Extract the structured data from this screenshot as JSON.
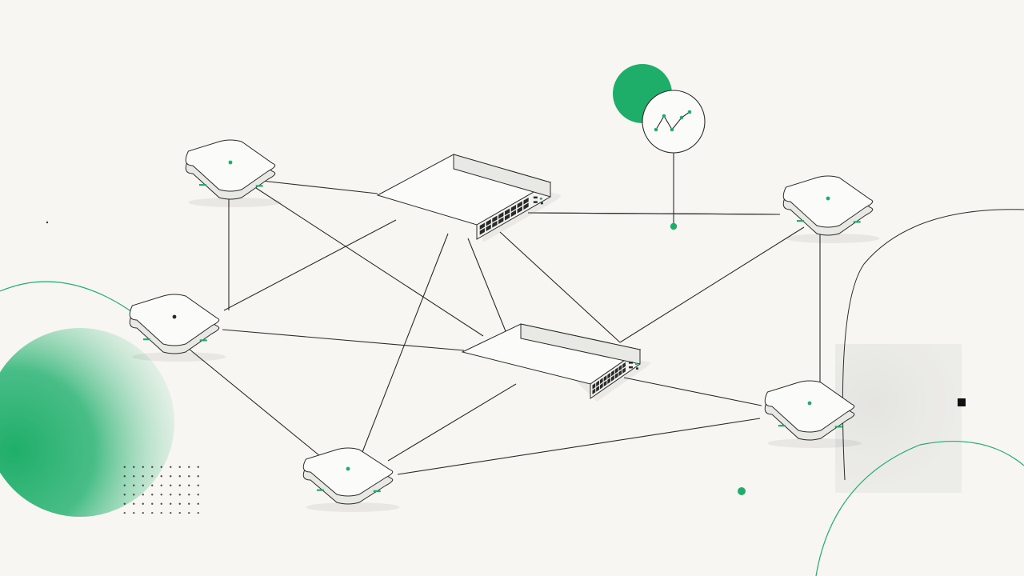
{
  "colors": {
    "background": "#f7f6f2",
    "accent": "#1fae6a",
    "line": "#2b2b2b",
    "device_fill": "#fbfbf9",
    "device_side": "#e8e8e4"
  },
  "devices": {
    "switches": [
      {
        "id": "switch-top",
        "icon": "network-switch-icon",
        "port_columns": 8
      },
      {
        "id": "switch-center",
        "icon": "network-switch-icon",
        "port_columns": 9
      }
    ],
    "access_points": [
      {
        "id": "ap-top-left",
        "icon": "access-point-icon"
      },
      {
        "id": "ap-mid-left",
        "icon": "access-point-icon"
      },
      {
        "id": "ap-bottom",
        "icon": "access-point-icon"
      },
      {
        "id": "ap-right-top",
        "icon": "access-point-icon"
      },
      {
        "id": "ap-right-bottom",
        "icon": "access-point-icon"
      }
    ],
    "monitor": {
      "id": "monitor-node",
      "icon": "line-graph-icon"
    }
  },
  "connections": [
    [
      "ap-top-left",
      "switch-top"
    ],
    [
      "ap-top-left",
      "ap-mid-left"
    ],
    [
      "ap-top-left",
      "switch-center"
    ],
    [
      "ap-mid-left",
      "switch-top"
    ],
    [
      "ap-mid-left",
      "switch-center"
    ],
    [
      "ap-mid-left",
      "ap-bottom"
    ],
    [
      "switch-top",
      "ap-bottom"
    ],
    [
      "switch-top",
      "switch-center"
    ],
    [
      "switch-top",
      "ap-right-bottom"
    ],
    [
      "switch-top",
      "ap-right-top"
    ],
    [
      "ap-right-top",
      "switch-center"
    ],
    [
      "ap-right-top",
      "ap-right-bottom"
    ],
    [
      "switch-center",
      "ap-right-bottom"
    ],
    [
      "switch-center",
      "ap-bottom"
    ],
    [
      "ap-bottom",
      "ap-right-bottom"
    ]
  ]
}
